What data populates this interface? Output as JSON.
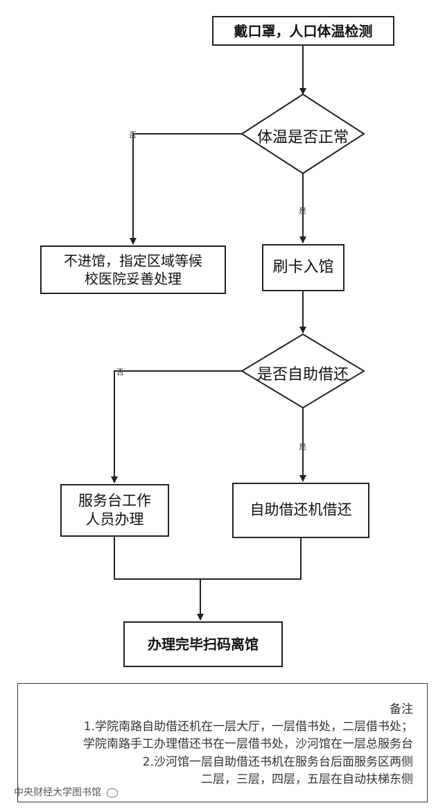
{
  "nodes": {
    "start": "戴口罩，人口体温检测",
    "decision_temp": "体温是否正常",
    "reject": [
      "不进馆，指定区域等候",
      "校医院妥善处理"
    ],
    "enter": "刷卡入馆",
    "decision_self": "是否自助借还",
    "counter": [
      "服务台工作",
      "人员办理"
    ],
    "self_machine": "自助借还机借还",
    "end": "办理完毕扫码离馆"
  },
  "edge_labels": {
    "yes": "是",
    "no": "否"
  },
  "notes": {
    "title": "备注",
    "lines": [
      "1.学院南路自助借还机在一层大厅，一层借书处，二层借书处；",
      "学院南路手工办理借还书在一层借书处，沙河馆在一层总服务台",
      "2.沙河馆一层自助借还书机在服务台后面服务区两侧",
      "二层，三层，四层，五层在自动扶梯东侧"
    ]
  },
  "watermark": "中央财经大学图书馆"
}
